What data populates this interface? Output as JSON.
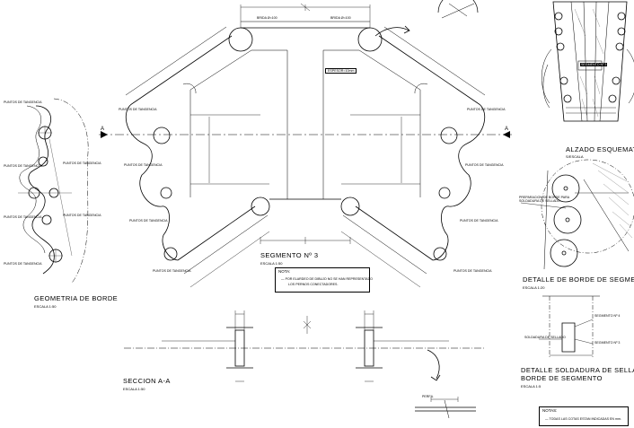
{
  "titles": {
    "geometria": "GEOMETRIA DE BORDE",
    "geometria_scale": "ESCALA 1:50",
    "segmento": "SEGMENTO Nº 3",
    "segmento_scale": "ESCALA 1:50",
    "alzado": "ALZADO ESQUEMATICO",
    "alzado_scale": "S/ESCALA",
    "detalle_borde": "DETALLE DE BORDE DE SEGMENTO",
    "detalle_borde_scale": "ESCALA 1:20",
    "detalle_soldadura_1": "DETALLE SOLDADURA DE SELLADO",
    "detalle_soldadura_2": "BORDE DE SEGMENTO",
    "detalle_soldadura_scale": "ESCALA 1:5",
    "seccion": "SECCION A-A",
    "seccion_scale": "ESCALA 1:50"
  },
  "notes": {
    "segmento_head": "NOTA:",
    "segmento_line1": "— POR ELARDEO DE DIBUJO NO SE HAN REPRESENTADO",
    "segmento_line2": "LOS PERNOS CONECTADORES.",
    "footer_head": "NOTAS:",
    "footer_line": "— TODAS LAS COTAS ESTAN INDICADAS EN mm."
  },
  "section_marks": {
    "left": "A",
    "right": "A"
  },
  "labels": {
    "puntos": "PUNTOS DE TANGENCIA",
    "brida_left": "BRIDA Ø=100",
    "brida_right": "BRIDA Ø=100",
    "espesor": "ESPESOR=10mm",
    "preparacion": "PREPARACION DE BORDE PARA SOLDADURA DE SELLADO",
    "soldadura": "SOLDADURA DE SELLADO",
    "segmento_n4": "SEGMENTO Nº 4",
    "segmento_n3": "SEGMENTO Nº 3",
    "perfil": "PERFIL"
  },
  "style": {
    "ink": "#000000",
    "hatch": "#555555"
  }
}
